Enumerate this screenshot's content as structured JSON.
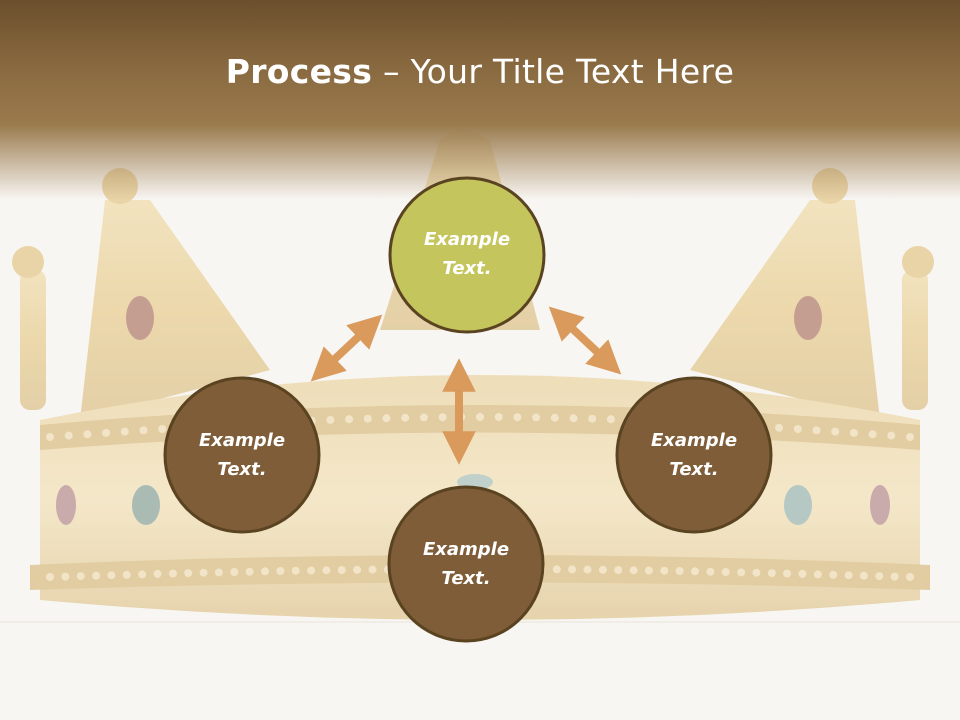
{
  "slide": {
    "title_bold": "Process",
    "title_separator": " – ",
    "title_rest": "Your Title Text Here"
  },
  "nodes": [
    {
      "id": "top",
      "line1": "Example",
      "line2": "Text.",
      "color": "#c5c55e"
    },
    {
      "id": "left",
      "line1": "Example",
      "line2": "Text.",
      "color": "#7f5d38"
    },
    {
      "id": "right",
      "line1": "Example",
      "line2": "Text.",
      "color": "#7f5d38"
    },
    {
      "id": "bottom",
      "line1": "Example",
      "line2": "Text.",
      "color": "#7f5d38"
    }
  ],
  "colors": {
    "header_dark": "#6b4f2c",
    "arrow": "#d99a5c",
    "circle_border": "#5a4320",
    "crown_gold": "#e6c98a"
  }
}
